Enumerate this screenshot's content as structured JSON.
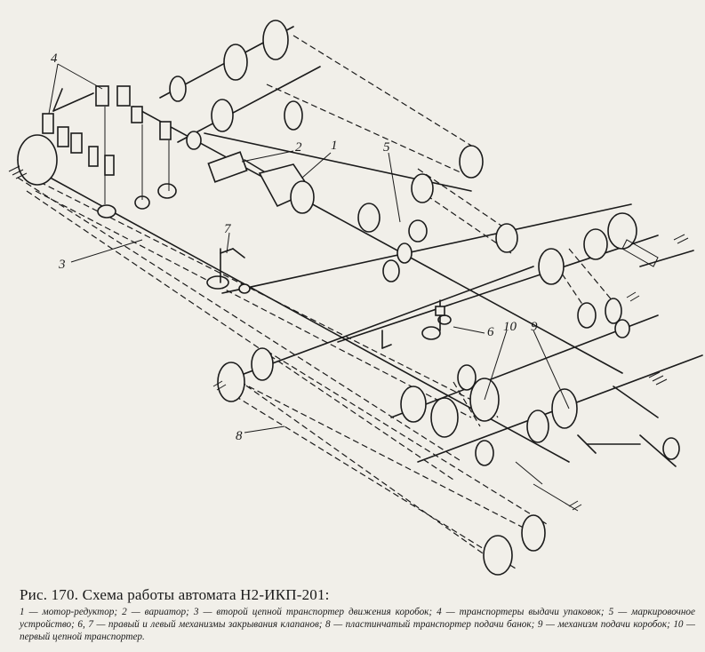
{
  "figure": {
    "title": "Рис. 170. Схема работы автомата Н2-ИКП-201:",
    "legend": "1 — мотор-редуктор; 2 — вариатор; 3 — второй цепной транспортер движения коробок; 4 — транспортеры выдачи упаковок; 5 — маркировочное устройство; 6, 7 — правый и левый механизмы закрывания клапанов; 8 — пластинчатый транспортер подачи банок; 9 — механизм подачи коробок; 10 — первый цепной транспортер.",
    "callouts": [
      "1",
      "2",
      "3",
      "4",
      "5",
      "6",
      "7",
      "8",
      "9",
      "10"
    ]
  }
}
